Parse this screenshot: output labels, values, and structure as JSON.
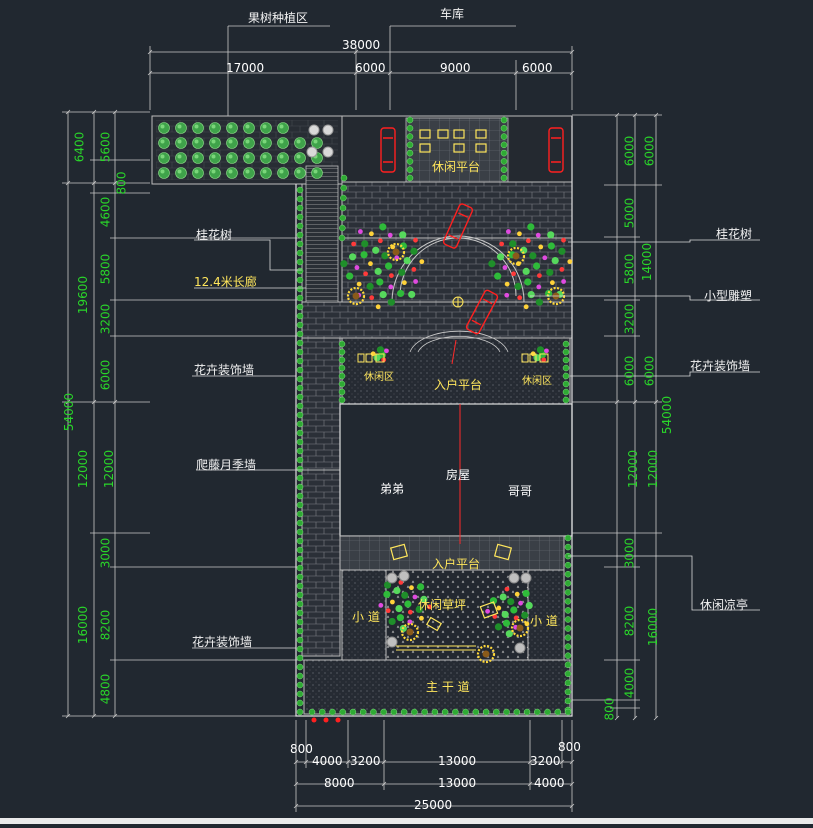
{
  "colors": {
    "background": "#212830",
    "line": "#c8c8c8",
    "dim_vertical": "#29d629",
    "label_yellow": "#ffe65c",
    "red": "#ff2020",
    "green": "#23b623"
  },
  "top": {
    "orchard_label": "果树种植区",
    "garage_label": "车库",
    "total": "38000",
    "d1": "17000",
    "d2": "6000",
    "d3": "9000",
    "d4": "6000"
  },
  "left_dims": {
    "outer_total": "54000",
    "a": "6400",
    "b": "19600",
    "c": "12000",
    "d": "16000",
    "i1": "5600",
    "i2": "800",
    "i3": "4600",
    "i4": "5800",
    "i5": "3200",
    "i6": "6000",
    "i7": "12000",
    "i8": "3000",
    "i9": "8200",
    "i10": "4800"
  },
  "right_dims": {
    "outer_total": "54000",
    "o1": "6000",
    "o2": "14000",
    "o3": "6000",
    "o4": "12000",
    "o5": "16000",
    "o6": "800",
    "i1": "6000",
    "i2": "5000",
    "i3": "5800",
    "i4": "3200",
    "i5": "6000",
    "i6": "12000",
    "i7": "3000",
    "i8": "8200",
    "i9": "4000"
  },
  "bottom_dims": {
    "row1": [
      "800",
      "4000",
      "3200",
      "13000",
      "3200",
      "800"
    ],
    "row2": [
      "8000",
      "13000",
      "4000"
    ],
    "total": "25000"
  },
  "callouts": {
    "osmanthus_left": "桂花树",
    "corridor": "12.4米长廊",
    "flower_wall_left": "花卉装饰墙",
    "rose_wall": "爬藤月季墙",
    "flower_wall_bottom": "花卉装饰墙",
    "osmanthus_right": "桂花树",
    "sculpture": "小型雕塑",
    "flower_wall_right": "花卉装饰墙",
    "pavilion": "休闲凉亭"
  },
  "plan": {
    "leisure_platform_top": "休闲平台",
    "rest_left": "休闲区",
    "rest_right": "休闲区",
    "entry_platform": "入户平台",
    "house": "房屋",
    "younger": "弟弟",
    "elder": "哥哥",
    "entry_platform_2": "入户平台",
    "lawn": "休闲草坪",
    "path_left": "小 道",
    "path_right": "小 道",
    "main_road": "主 干 道"
  }
}
